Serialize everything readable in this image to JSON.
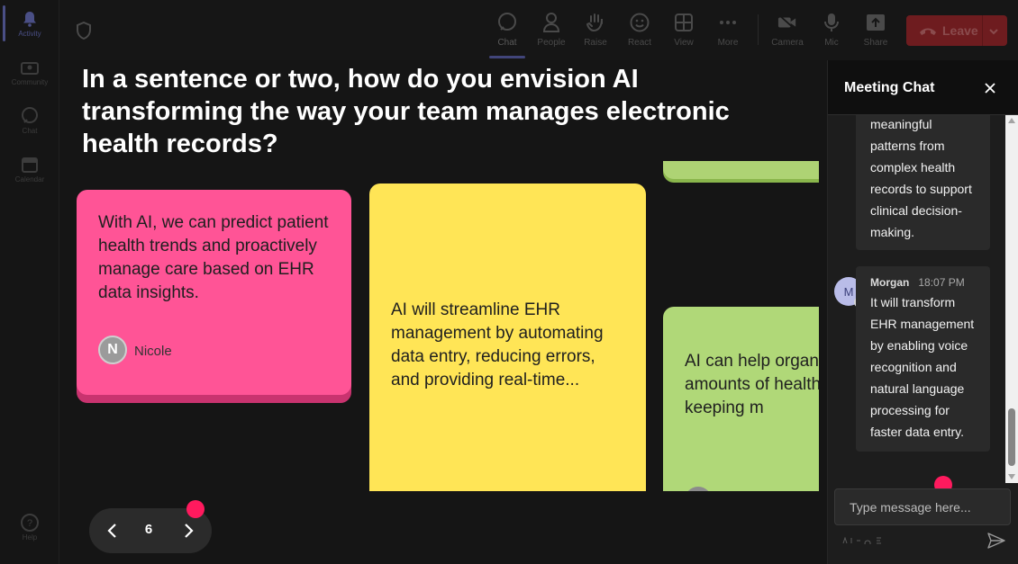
{
  "rail": {
    "items": [
      {
        "label": "Activity",
        "icon": "bell-icon"
      },
      {
        "label": "Community",
        "icon": "community-icon"
      },
      {
        "label": "Chat",
        "icon": "chat-icon"
      },
      {
        "label": "Calendar",
        "icon": "calendar-icon"
      },
      {
        "label": "Help",
        "icon": "help-icon"
      }
    ]
  },
  "toolbar": {
    "chat": "Chat",
    "people": "People",
    "raise": "Raise",
    "react": "React",
    "view": "View",
    "more": "More",
    "camera": "Camera",
    "mic": "Mic",
    "share": "Share",
    "leave": "Leave"
  },
  "board": {
    "question": "In a sentence or two, how do you envision AI transforming the way your team manages electronic health records?",
    "cards": [
      {
        "text": "With AI, we can predict patient health trends and proactively manage care based on EHR data insights.",
        "author": "Nicole",
        "initial": "N",
        "color": "#ff5496"
      },
      {
        "text": "AI will streamline EHR management by automating data entry, reducing errors, and providing real-time...",
        "color": "#ffe556"
      },
      {
        "text": "AI can help organize and analyze vast amounts of health data quickly for record-keeping m",
        "color": "#b0d878"
      }
    ],
    "page": "6"
  },
  "chat": {
    "title": "Meeting Chat",
    "messages": [
      {
        "text": "meaningful patterns from complex health records to support clinical decision-making."
      },
      {
        "author": "Morgan",
        "initial": "M",
        "time": "18:07 PM",
        "text": "It will transform EHR management by enabling voice recognition and natural language processing for faster data entry."
      }
    ],
    "input_placeholder": "Type message here..."
  },
  "colors": {
    "accent": "#ff1a5e",
    "leave": "#6e1c1f",
    "chat_accent": "#41457a"
  }
}
